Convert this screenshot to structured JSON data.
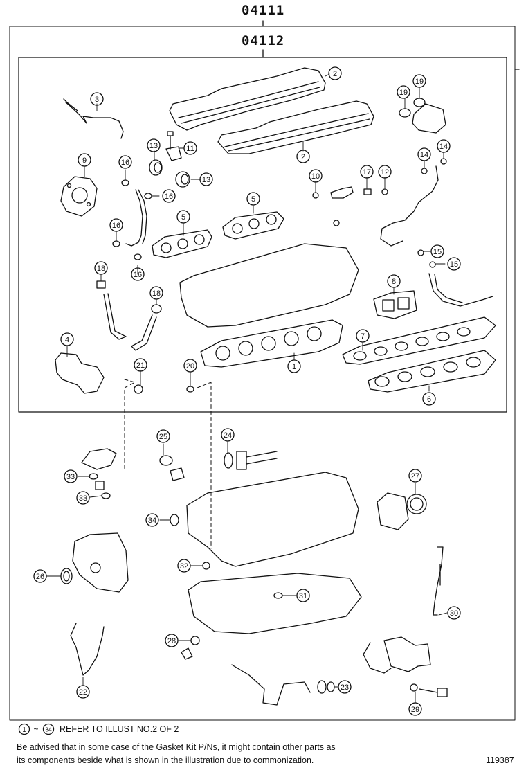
{
  "kit_outer": {
    "part_no": "04111"
  },
  "kit_inner": {
    "part_no": "04112"
  },
  "callouts": [
    "1",
    "2",
    "2",
    "3",
    "4",
    "5",
    "5",
    "6",
    "7",
    "8",
    "9",
    "10",
    "11",
    "12",
    "13",
    "13",
    "14",
    "14",
    "15",
    "15",
    "16",
    "16",
    "16",
    "16",
    "17",
    "18",
    "18",
    "19",
    "19",
    "20",
    "21",
    "22",
    "23",
    "24",
    "25",
    "26",
    "27",
    "28",
    "29",
    "30",
    "31",
    "32",
    "33",
    "33",
    "34"
  ],
  "footer": {
    "range_start": "1",
    "range_sep": "~",
    "range_end": "34",
    "refer_text": "REFER TO ILLUST NO.2 OF 2",
    "note_line1": "Be advised that in some case of the Gasket Kit P/Ns,  it might contain other parts as",
    "note_line2": "its components beside what is shown in the illustration due to commonization.",
    "figure_number": "119387"
  },
  "colors": {
    "line": "#111111",
    "background": "#ffffff"
  }
}
